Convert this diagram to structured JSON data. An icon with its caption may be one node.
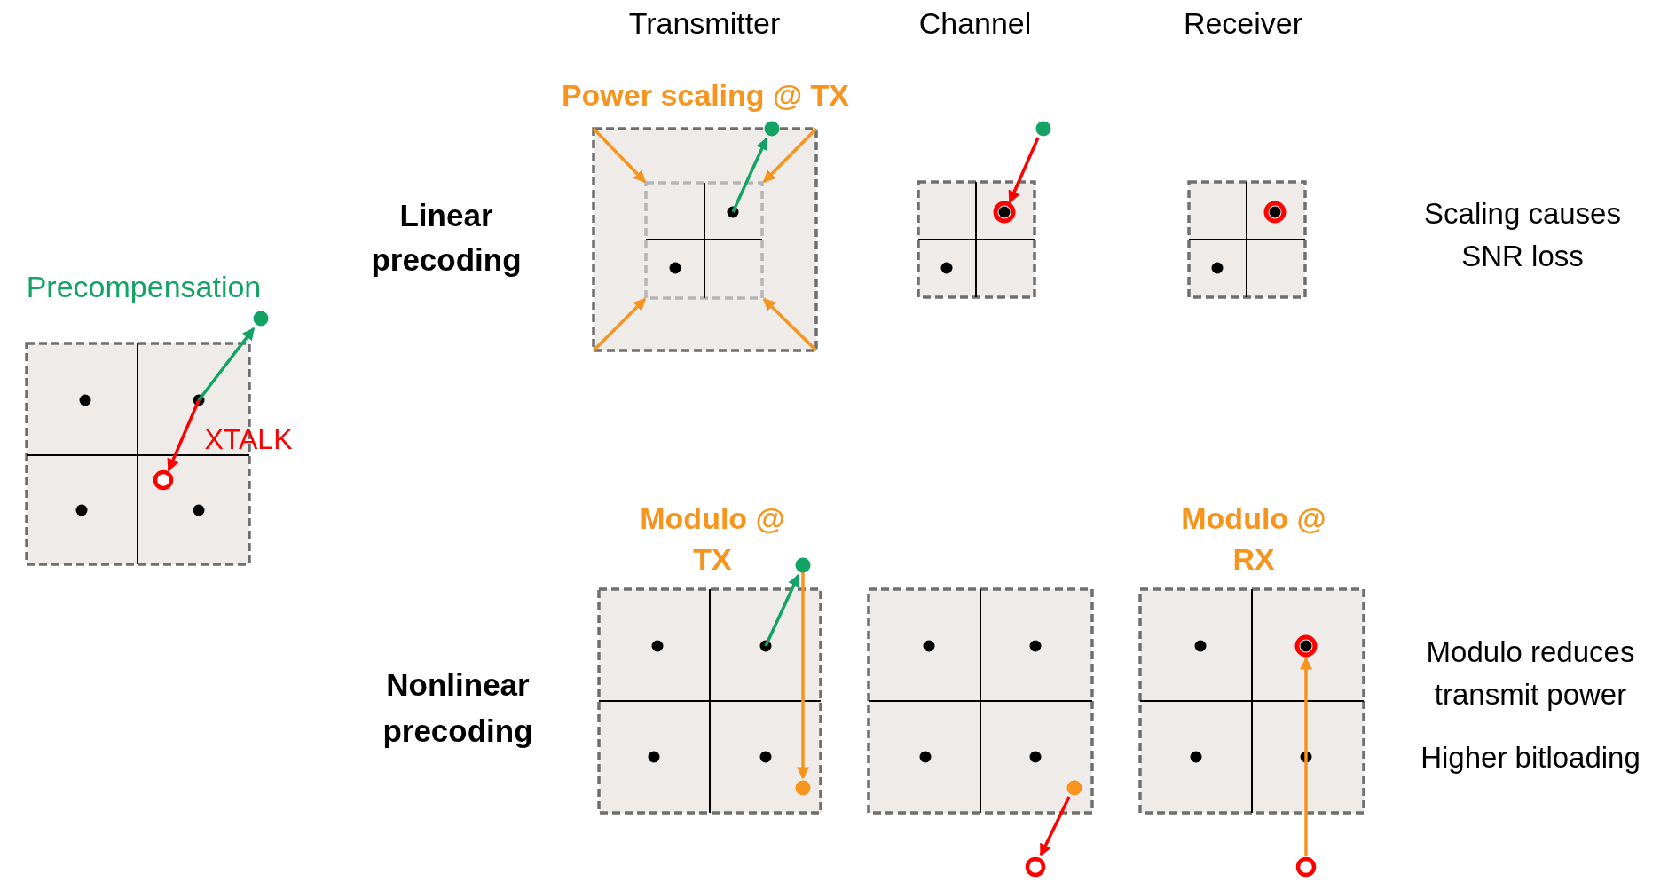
{
  "diagram": {
    "labels": [
      "Transmitter",
      "Channel",
      "Receiver",
      "Power scaling @ TX",
      "Linear precoding",
      "Precompensation",
      "Scaling causes SNR loss",
      "XTALK",
      "Modulo @ TX",
      "Modulo @ RX",
      "Nonlinear precoding",
      "Modulo reduces transmit power",
      "Higher bitloading"
    ]
  }
}
